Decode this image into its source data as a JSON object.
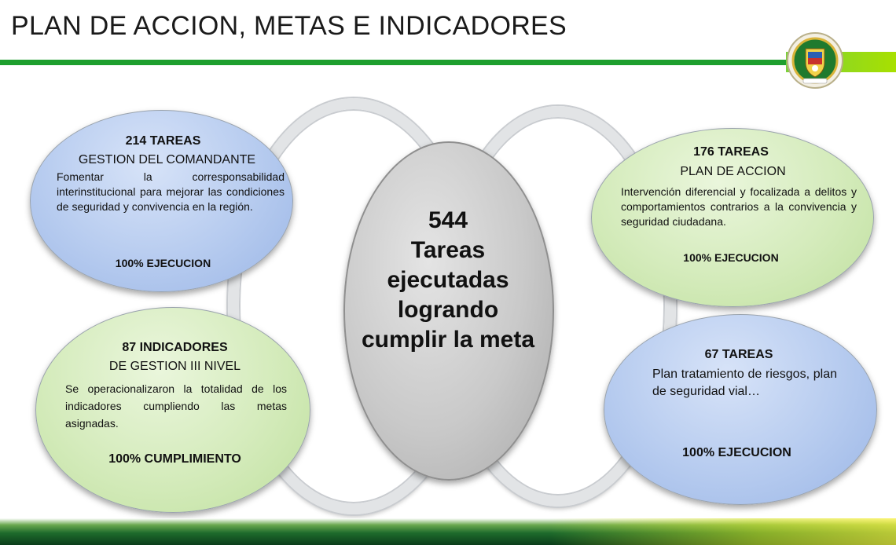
{
  "slide": {
    "title": "PLAN DE ACCION, METAS E INDICADORES"
  },
  "colors": {
    "green_rule": "#1e9f2e",
    "light_green": "#a8e000",
    "blue_ellipse": "#b6cbef",
    "green_ellipse": "#d4ebbb",
    "grey_ellipse": "#c9c9c9"
  },
  "center": {
    "number": "544",
    "text": "Tareas ejecutadas logrando cumplir la meta"
  },
  "top_left": {
    "heading": "214 TAREAS",
    "subheading": "GESTION DEL COMANDANTE",
    "body": "Fomentar la corresponsabilidad interinstitucional para mejorar las condiciones de seguridad y convivencia en la región.",
    "footer": "100% EJECUCION"
  },
  "top_right": {
    "heading": "176 TAREAS",
    "subheading": "PLAN DE ACCION",
    "body": "Intervención diferencial y focalizada a delitos y comportamientos contrarios a la convivencia y seguridad ciudadana.",
    "footer": "100% EJECUCION"
  },
  "bottom_left": {
    "heading": "87 INDICADORES",
    "subheading": "DE GESTION III NIVEL",
    "body": "Se operacionalizaron la totalidad de los indicadores cumpliendo las metas asignadas.",
    "footer": "100% CUMPLIMIENTO"
  },
  "bottom_right": {
    "heading": "67 TAREAS",
    "body": "Plan tratamiento de riesgos, plan de seguridad vial…",
    "footer": "100% EJECUCION"
  }
}
